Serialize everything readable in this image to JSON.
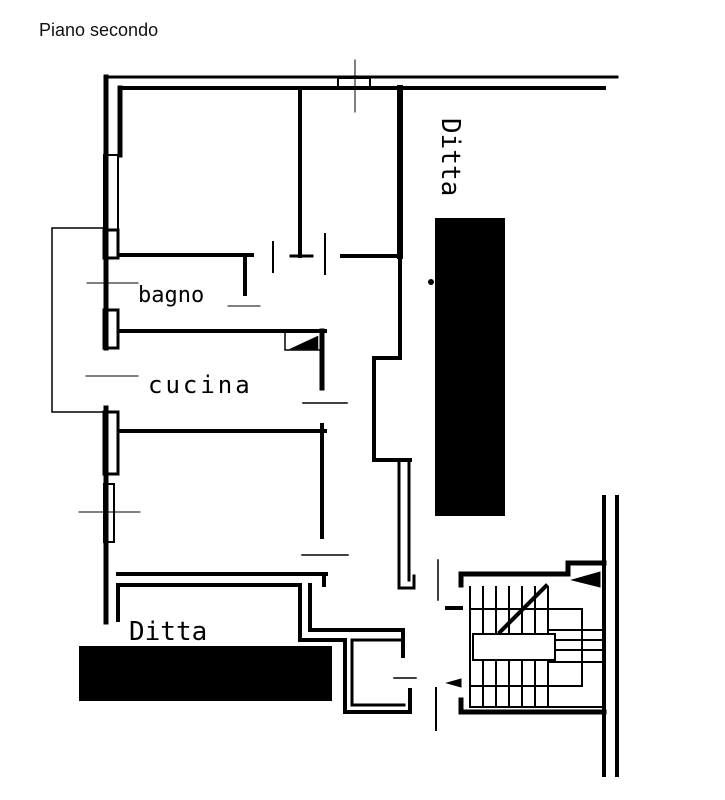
{
  "title": "Piano secondo",
  "rooms": {
    "bathroom": "bagno",
    "kitchen": "cucina"
  },
  "neighbors": {
    "right_label": "Ditta",
    "bottom_label": "Ditta"
  },
  "colors": {
    "wall": "#000000",
    "background": "#ffffff",
    "redaction": "#000000"
  }
}
